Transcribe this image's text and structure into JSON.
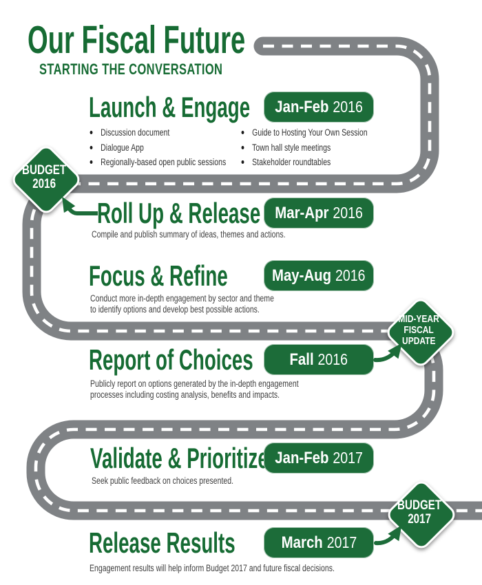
{
  "title": "Our Fiscal Future",
  "subtitle": "STARTING THE CONVERSATION",
  "colors": {
    "green_text": "#166b33",
    "green_fill": "#1c6c39",
    "road_gray": "#7f8285",
    "road_dash": "#ffffff",
    "body_text": "#3f3f3f"
  },
  "stages": [
    {
      "heading": "Launch & Engage",
      "badge_range": "Jan-Feb",
      "badge_year": "2016",
      "bullets_left": [
        "Discussion document",
        "Dialogue App",
        "Regionally-based open public sessions"
      ],
      "bullets_right": [
        "Guide to Hosting Your Own Session",
        "Town hall style meetings",
        "Stakeholder roundtables"
      ]
    },
    {
      "heading": "Roll Up & Release",
      "badge_range": "Mar-Apr",
      "badge_year": "2016",
      "desc_lines": [
        "Compile and publish summary of ideas, themes and actions."
      ]
    },
    {
      "heading": "Focus & Refine",
      "badge_range": "May-Aug",
      "badge_year": "2016",
      "desc_lines": [
        "Conduct more in-depth engagement by sector and theme",
        "to identify options and develop best possible actions."
      ]
    },
    {
      "heading": "Report of Choices",
      "badge_range": "Fall",
      "badge_year": "2016",
      "desc_lines": [
        "Publicly report on options generated by the in-depth engagement",
        "processes including costing analysis, benefits and impacts."
      ]
    },
    {
      "heading": "Validate & Prioritize",
      "badge_range": "Jan-Feb",
      "badge_year": "2017",
      "desc_lines": [
        "Seek public feedback on choices presented."
      ]
    },
    {
      "heading": "Release Results",
      "badge_range": "March",
      "badge_year": "2017",
      "desc_lines": [
        "Engagement results will help inform Budget 2017 and future fiscal decisions."
      ]
    }
  ],
  "milestones": [
    {
      "lines": [
        "BUDGET",
        "2016"
      ]
    },
    {
      "lines": [
        "MID-YEAR",
        "FISCAL",
        "UPDATE"
      ]
    },
    {
      "lines": [
        "BUDGET",
        "2017"
      ]
    }
  ]
}
